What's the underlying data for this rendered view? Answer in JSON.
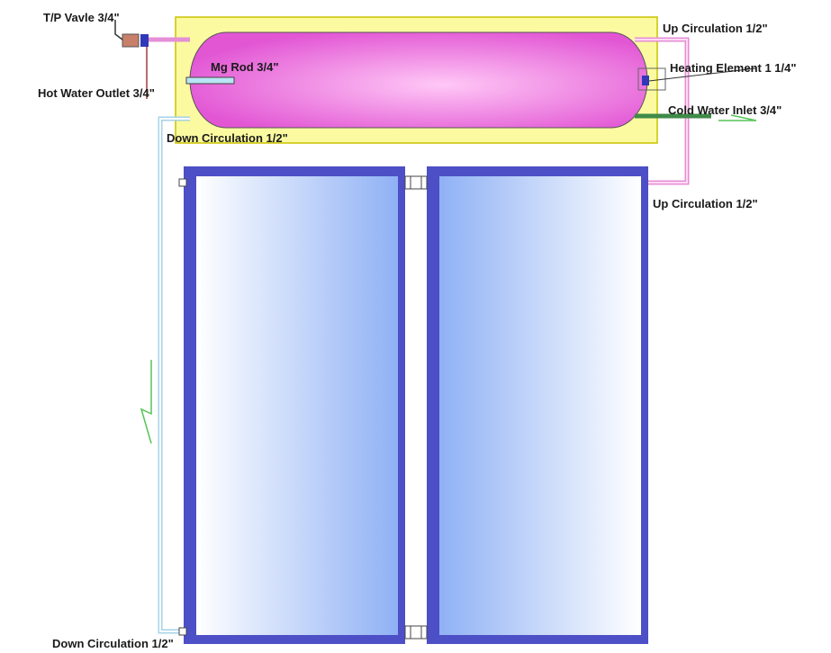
{
  "labels": {
    "tp_valve": "T/P Vavle 3/4\"",
    "hot_water_outlet": "Hot Water Outlet 3/4\"",
    "mg_rod": "Mg Rod 3/4\"",
    "up_circulation_top": "Up Circulation 1/2\"",
    "heating_element": "Heating Element 1 1/4\"",
    "cold_water_inlet": "Cold Water Inlet 3/4\"",
    "down_circulation_top": "Down Circulation 1/2\"",
    "up_circulation_right": "Up Circulation 1/2\"",
    "down_circulation_bottom": "Down Circulation 1/2\""
  },
  "colors": {
    "insulation": "#fbfaa0",
    "insulation_border": "#c9c200",
    "tank_center": "#ffc8f6",
    "tank_edge": "#e256d4",
    "panel_frame": "#4d4fc6",
    "panel_glass_light": "#ffffff",
    "panel_glass_dark": "#8fb1f5",
    "pipe_blue": "#a7d3e6",
    "pipe_pink": "#e58fd6",
    "pipe_green": "#3f8a48",
    "valve": "#3038b8",
    "tp_valve_body": "#c8806a"
  }
}
